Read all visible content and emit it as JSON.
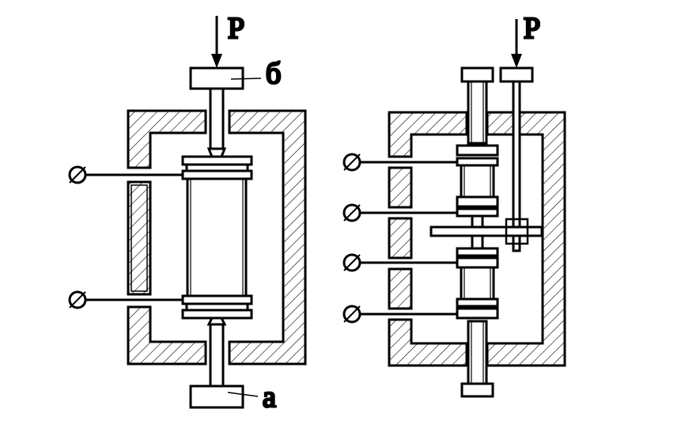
{
  "labels": {
    "force_left": "P",
    "force_right": "P",
    "label_b": "б",
    "label_a": "а"
  },
  "colors": {
    "ink": "#000000",
    "background": "#ffffff"
  }
}
